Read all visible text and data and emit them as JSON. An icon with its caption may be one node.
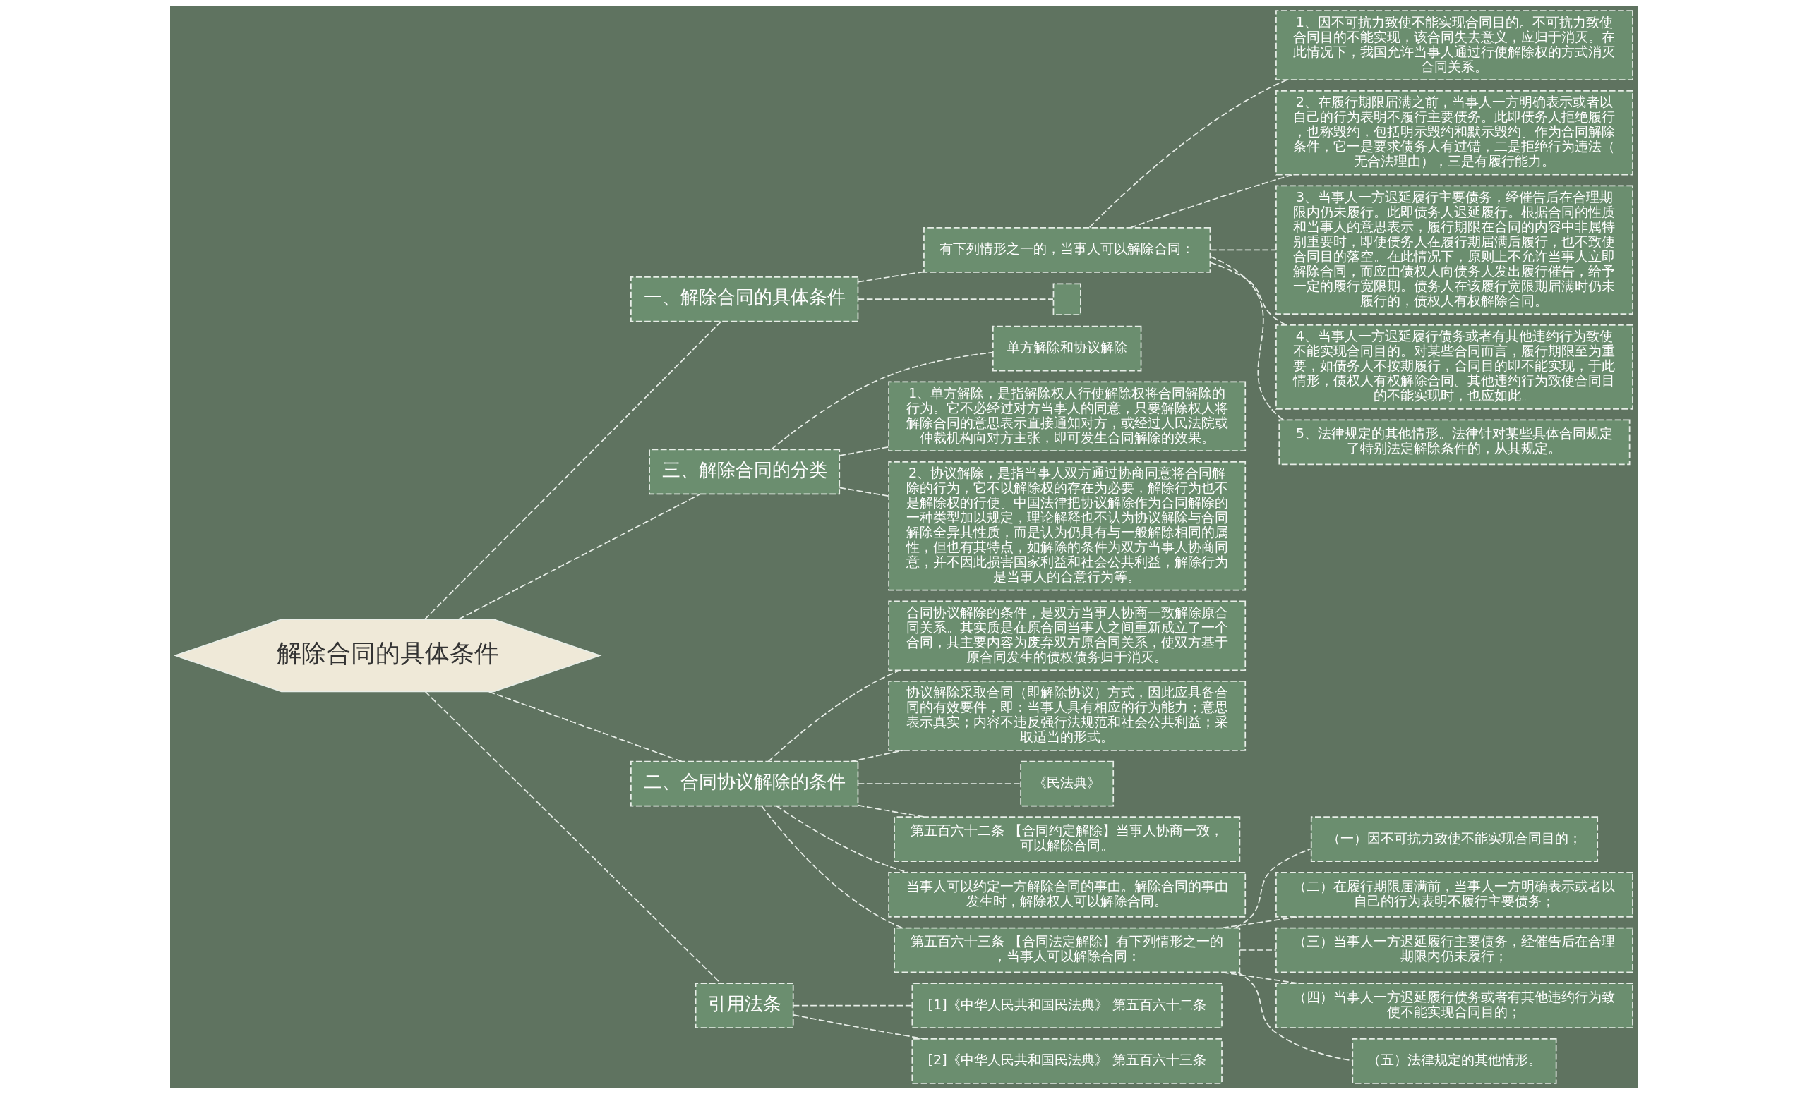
{
  "diagram": {
    "nodes": [
      {
        "text": [
          "解除合同的具体条件"
        ]
      },
      {
        "text": [
          "一、解除合同的具体条件"
        ]
      },
      {
        "text": [
          "有下列情形之一的，当事人可以解除合同："
        ]
      },
      {
        "text": [
          "1、因不可抗力致使不能实现合同目的。不可抗力致使合同目的不能实现，该合同失去意义，应归于消灭。在此情况下，我国允许当事人通过行使解除权的方式消灭合同关系。"
        ]
      },
      {
        "text": [
          "2、在履行期限届满之前，当事人一方明确表示或者以自己的行为表明不履行主要债务。此即债务人拒绝履行，也称毁约，包括明示毁约和默示毁约。作为合同解除条件，它一是要求债务人有过错，二是拒绝行为违法（无合法理由），三是有履行能力。"
        ]
      },
      {
        "text": [
          "3、当事人一方迟延履行主要债务，经催告后在合理期限内仍未履行。此即债务人迟延履行。根据合同的性质和当事人的意思表示，履行期限在合同的内容中非属特别重要时，即使债务人在履行期届满后履行，也不致使合同目的落空。在此情况下，原则上不允许当事人立即解除合同，而应由债权人向债务人发出履行催告，给予一定的履行宽限期。债务人在该履行宽限期届满时仍未履行的，债权人有权解除合同。"
        ]
      },
      {
        "text": [
          "4、当事人一方迟延履行债务或者有其他违约行为致使不能实现合同目的。对某些合同而言，履行期限至为重要，如债务人不按期履行，合同目的即不能实现，于此情形，债权人有权解除合同。其他违约行为致使合同目的不能实现时，也应如此。"
        ]
      },
      {
        "text": [
          "5、法律规定的其他情形。法律针对某些具体合同规定了特别法定解除条件的，从其规定。"
        ]
      },
      {
        "text": [],
        "shape": "box"
      },
      {
        "text": [
          "三、解除合同的分类"
        ]
      },
      {
        "text": [
          "单方解除和协议解除"
        ]
      },
      {
        "text": [
          "1、单方解除，是指解除权人行使解除权将合同解除的行为。它不必经过对方当事人的同意，只要解除权人将解除合同的意思表示直接通知对方，或经过人民法院或仲裁机构向对方主张，即可发生合同解除的效果。"
        ]
      },
      {
        "text": [
          "2、协议解除，是指当事人双方通过协商同意将合同解除的行为，它不以解除权的存在为必要，解除行为也不是解除权的行使。中国法律把协议解除作为合同解除的一种类型加以规定，理论解释也不认为协议解除与合同解除全异其性质，而是认为仍具有与一般解除相同的属性，但也有其特点，如解除的条件为双方当事人协商同意，并不因此损害国家利益和社会公共利益，解除行为是当事人的合意行为等。"
        ]
      },
      {
        "text": [
          "二、合同协议解除的条件"
        ]
      },
      {
        "text": [
          "合同协议解除的条件，是双方当事人协商一致解除原合同关系。其实质是在原合同当事人之间重新成立了一个合同，其主要内容为废弃双方原合同关系，使双方基于原合同发生的债权债务归于消灭。"
        ]
      },
      {
        "text": [
          "协议解除采取合同（即解除协议）方式，因此应具备合同的有效要件，即：当事人具有相应的行为能力；意思表示真实；内容不违反强行法规范和社会公共利益；采取适当的形式。"
        ]
      },
      {
        "text": [
          "《民法典》"
        ]
      },
      {
        "text": [
          "第五百六十二条 【合同约定解除】当事人协商一致，可以解除合同。"
        ]
      },
      {
        "text": [
          "当事人可以约定一方解除合同的事由。解除合同的事由发生时，解除权人可以解除合同。"
        ]
      },
      {
        "text": [
          "第五百六十三条 【合同法定解除】有下列情形之一的，当事人可以解除合同："
        ]
      },
      {
        "text": [
          "（一）因不可抗力致使不能实现合同目的；"
        ]
      },
      {
        "text": [
          "（二）在履行期限届满前，当事人一方明确表示或者以自己的行为表明不履行主要债务；"
        ]
      },
      {
        "text": [
          "（三）当事人一方迟延履行主要债务，经催告后在合理期限内仍未履行；"
        ]
      },
      {
        "text": [
          "（四）当事人一方迟延履行债务或者有其他违约行为致使不能实现合同目的；"
        ]
      },
      {
        "text": [
          "（五）法律规定的其他情形。"
        ]
      },
      {
        "text": [
          "引用法条"
        ]
      },
      {
        "text": [
          "[1]《中华人民共和国民法典》 第五百六十二条"
        ]
      },
      {
        "text": [
          "[2]《中华人民共和国民法典》 第五百六十三条"
        ]
      }
    ],
    "edges": [
      {
        "from": 0,
        "to": 1,
        "arrow": "none",
        "style": "dashed"
      },
      {
        "from": 1,
        "to": 2,
        "arrow": "none",
        "style": "dashed"
      },
      {
        "from": 2,
        "to": 3,
        "arrow": "none",
        "style": "dashed"
      },
      {
        "from": 2,
        "to": 4,
        "arrow": "none",
        "style": "dashed"
      },
      {
        "from": 2,
        "to": 5,
        "arrow": "none",
        "style": "dashed"
      },
      {
        "from": 2,
        "to": 6,
        "arrow": "none",
        "style": "dashed"
      },
      {
        "from": 2,
        "to": 7,
        "arrow": "none",
        "style": "dashed"
      },
      {
        "from": 1,
        "to": 8,
        "arrow": "none",
        "style": "dashed"
      },
      {
        "from": 0,
        "to": 9,
        "arrow": "none",
        "style": "dashed"
      },
      {
        "from": 9,
        "to": 10,
        "arrow": "none",
        "style": "dashed"
      },
      {
        "from": 9,
        "to": 11,
        "arrow": "none",
        "style": "dashed"
      },
      {
        "from": 9,
        "to": 12,
        "arrow": "none",
        "style": "dashed"
      },
      {
        "from": 0,
        "to": 13,
        "arrow": "none",
        "style": "dashed"
      },
      {
        "from": 13,
        "to": 14,
        "arrow": "none",
        "style": "dashed"
      },
      {
        "from": 13,
        "to": 15,
        "arrow": "none",
        "style": "dashed"
      },
      {
        "from": 13,
        "to": 16,
        "arrow": "none",
        "style": "dashed"
      },
      {
        "from": 13,
        "to": 17,
        "arrow": "none",
        "style": "dashed"
      },
      {
        "from": 13,
        "to": 18,
        "arrow": "none",
        "style": "dashed"
      },
      {
        "from": 13,
        "to": 19,
        "arrow": "none",
        "style": "dashed"
      },
      {
        "from": 19,
        "to": 20,
        "arrow": "none",
        "style": "dashed"
      },
      {
        "from": 19,
        "to": 21,
        "arrow": "none",
        "style": "dashed"
      },
      {
        "from": 19,
        "to": 22,
        "arrow": "none",
        "style": "dashed"
      },
      {
        "from": 19,
        "to": 23,
        "arrow": "none",
        "style": "dashed"
      },
      {
        "from": 19,
        "to": 24,
        "arrow": "none",
        "style": "dashed"
      },
      {
        "from": 0,
        "to": 25,
        "arrow": "none",
        "style": "dashed"
      },
      {
        "from": 25,
        "to": 26,
        "arrow": "none",
        "style": "dashed"
      },
      {
        "from": 25,
        "to": 27,
        "arrow": "none",
        "style": "dashed"
      }
    ]
  }
}
